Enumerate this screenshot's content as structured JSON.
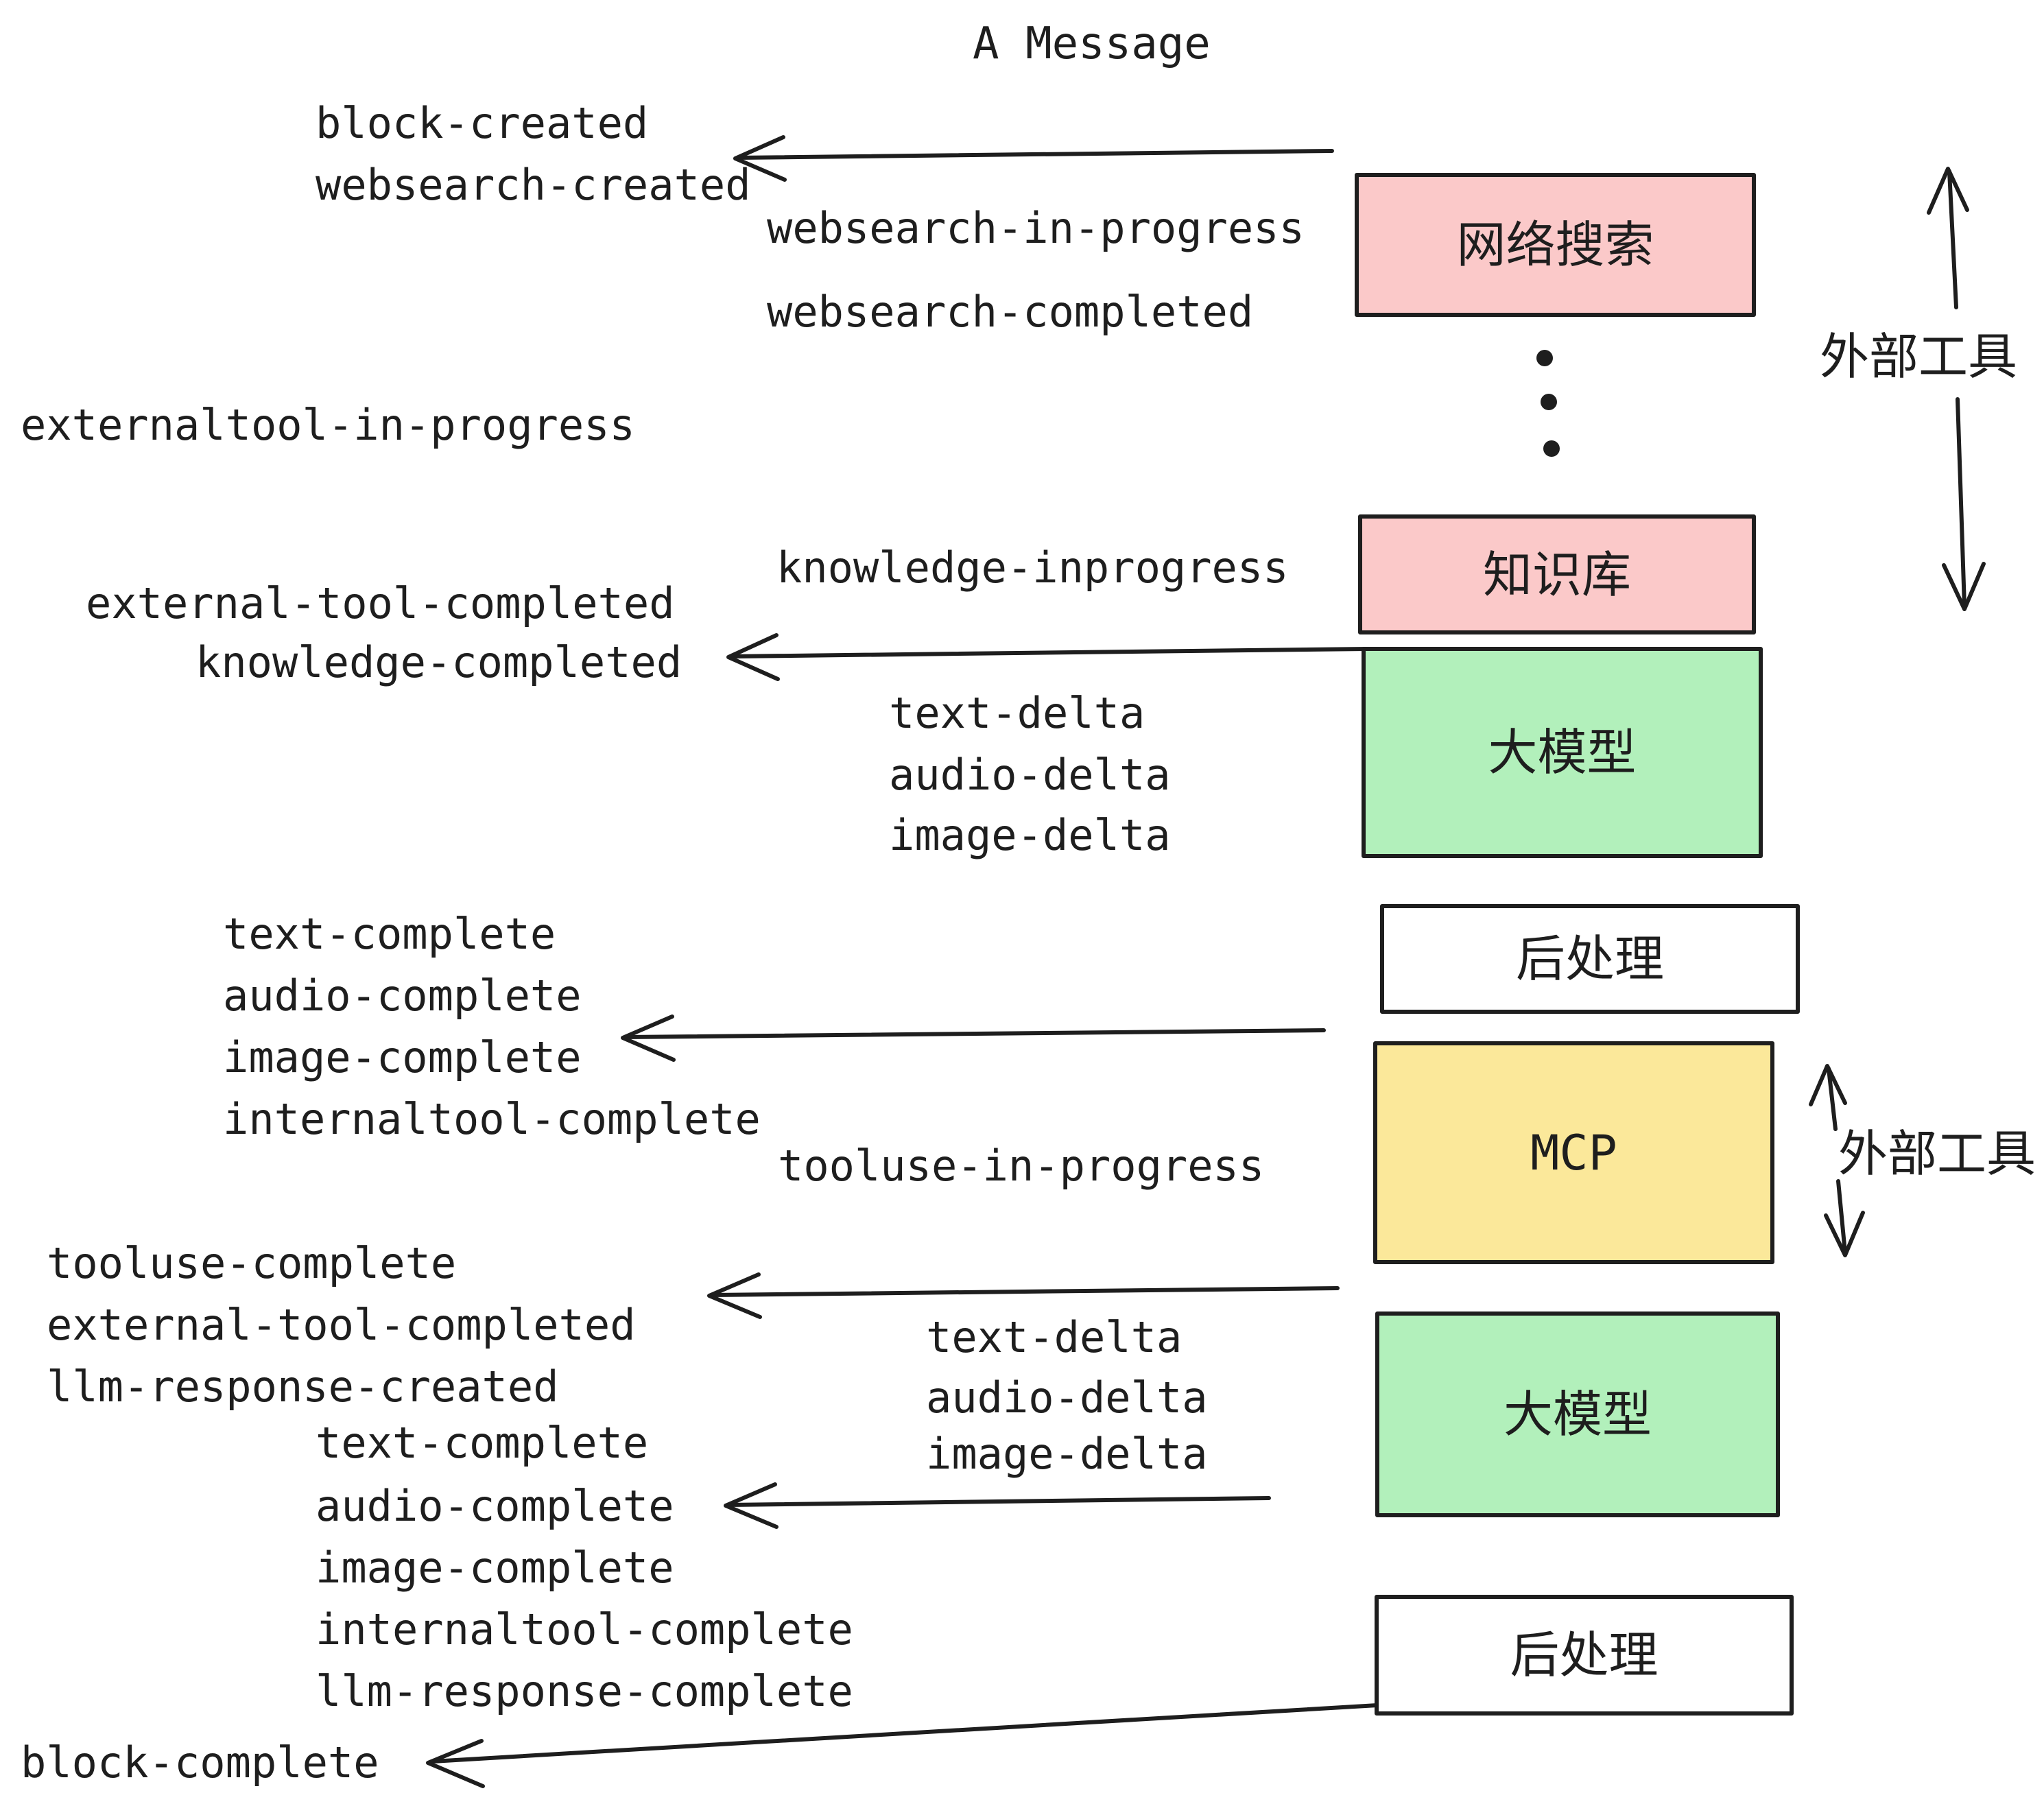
{
  "title": "A Message",
  "colors": {
    "stroke": "#1e1e1e",
    "pink_fill": "#fbc9c9",
    "green_fill": "#b2f0bb",
    "yellow_fill": "#fbe89a",
    "white_fill": "#ffffff"
  },
  "boxes": {
    "websearch": "网络搜索",
    "knowledge": "知识库",
    "llm1": "大模型",
    "post1": "后处理",
    "mcp": "MCP",
    "llm2": "大模型",
    "post2": "后处理"
  },
  "side_labels": {
    "external_tools_top": "外部工具",
    "external_tools_mid": "外部工具"
  },
  "events": {
    "block_created": "block-created",
    "websearch_created": "websearch-created",
    "websearch_in_progress": "websearch-in-progress",
    "websearch_completed": "websearch-completed",
    "externaltool_in_progress": "externaltool-in-progress",
    "knowledge_inprogress": "knowledge-inprogress",
    "external_tool_completed_1": "external-tool-completed",
    "knowledge_completed": "knowledge-completed",
    "text_delta_1": "text-delta",
    "audio_delta_1": "audio-delta",
    "image_delta_1": "image-delta",
    "text_complete_1": "text-complete",
    "audio_complete_1": "audio-complete",
    "image_complete_1": "image-complete",
    "internaltool_complete_1": "internaltool-complete",
    "tooluse_in_progress": "tooluse-in-progress",
    "tooluse_complete": "tooluse-complete",
    "external_tool_completed_2": "external-tool-completed",
    "llm_response_created": "llm-response-created",
    "text_complete_2": "text-complete",
    "audio_complete_2": "audio-complete",
    "text_delta_2": "text-delta",
    "audio_delta_2": "audio-delta",
    "image_delta_2": "image-delta",
    "image_complete_2": "image-complete",
    "internaltool_complete_2": "internaltool-complete",
    "llm_response_complete": "llm-response-complete",
    "block_complete": "block-complete"
  }
}
